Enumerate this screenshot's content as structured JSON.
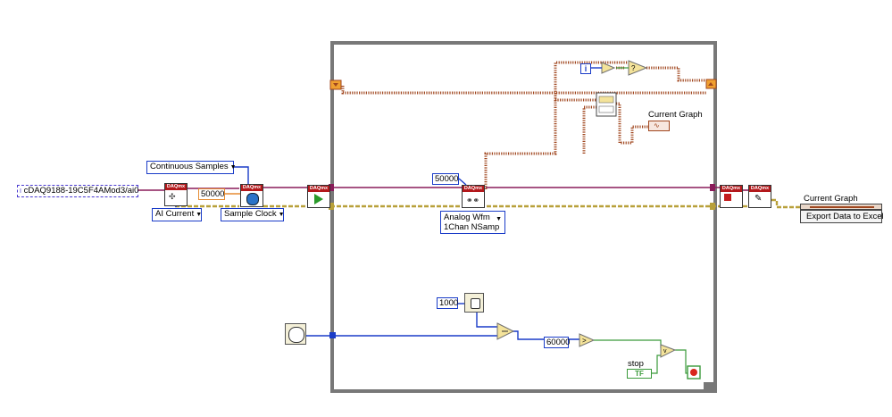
{
  "channel_constant": "cDAQ9188-19C5F4AMod3/ai0",
  "sample_mode": "Continuous Samples",
  "rate_value": "50000",
  "measurement_type": "AI Current",
  "timing_type": "Sample Clock",
  "samples_per_read": "50000",
  "read_polymorphic_line1": "Analog Wfm",
  "read_polymorphic_line2": "1Chan NSamp",
  "iteration_terminal": "i",
  "current_graph_inner_label": "Current Graph",
  "current_graph_outer_label": "Current Graph",
  "export_button": "Export Data to Excel",
  "wait_ms": "1000",
  "elapsed_limit": "60000",
  "stop_label": "stop",
  "stop_value": "TF",
  "vi_header": "DAQmx",
  "colors": {
    "daq_task_wire": "#8a1c5a",
    "error_wire": "#b8a03a",
    "waveform_wire": "#a0461e",
    "numeric_wire": "#1a3cc8",
    "boolean_wire": "#3a9a3a",
    "while_loop": "#787878",
    "vi_header": "#b3181b"
  }
}
